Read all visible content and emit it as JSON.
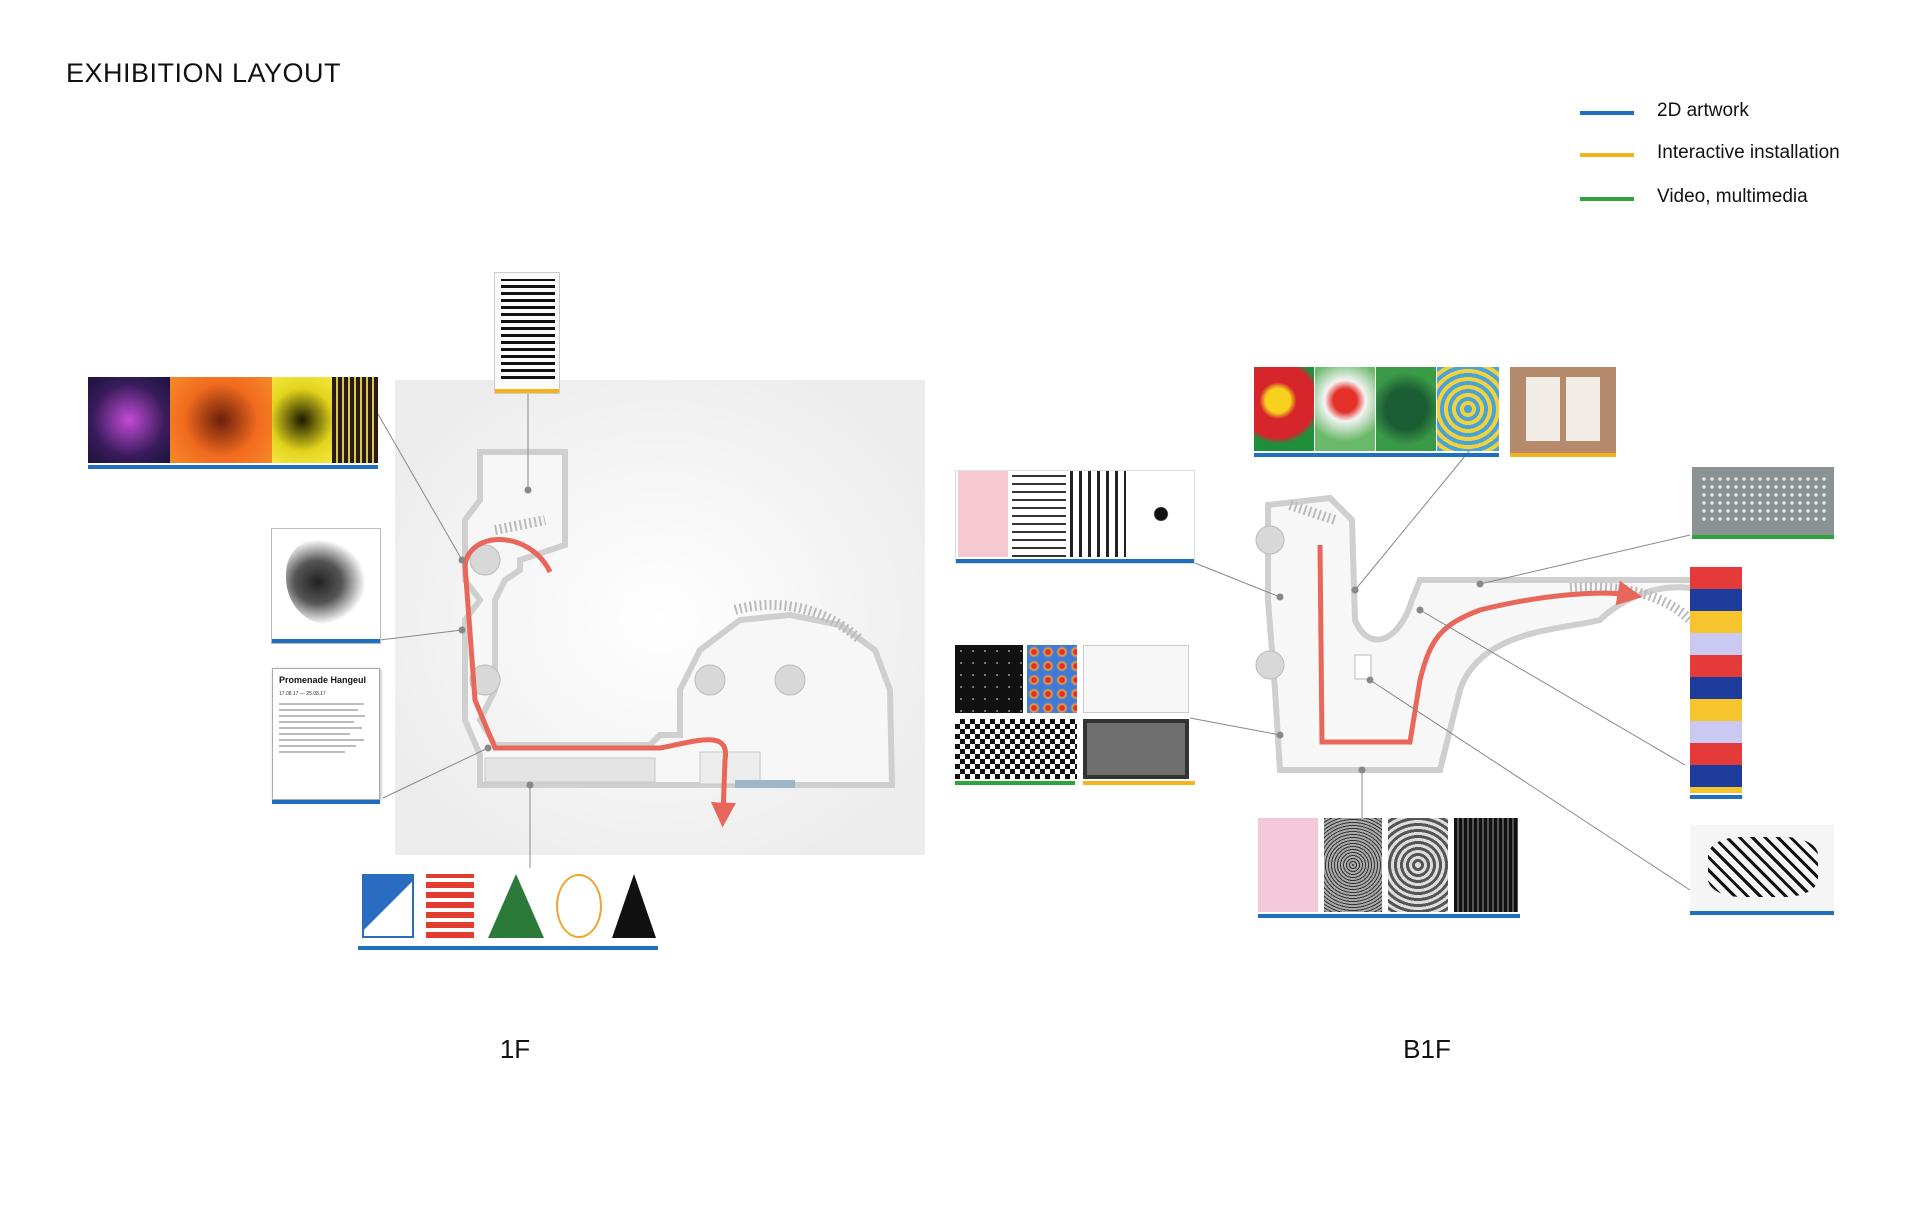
{
  "title": "EXHIBITION LAYOUT",
  "legend": [
    {
      "label": "2D artwork",
      "color": "#1f6fc1"
    },
    {
      "label": "Interactive installation",
      "color": "#f4b31a"
    },
    {
      "label": "Video, multimedia",
      "color": "#2fa43e"
    }
  ],
  "floors": [
    {
      "label": "1F"
    },
    {
      "label": "B1F"
    }
  ],
  "colors": {
    "route": "#e8665a",
    "leader": "#888888",
    "wall": "#dcdcdc"
  },
  "info_card": {
    "title": "Promenade Hangeul",
    "dates": "17.08.17 — 25.08.17"
  }
}
